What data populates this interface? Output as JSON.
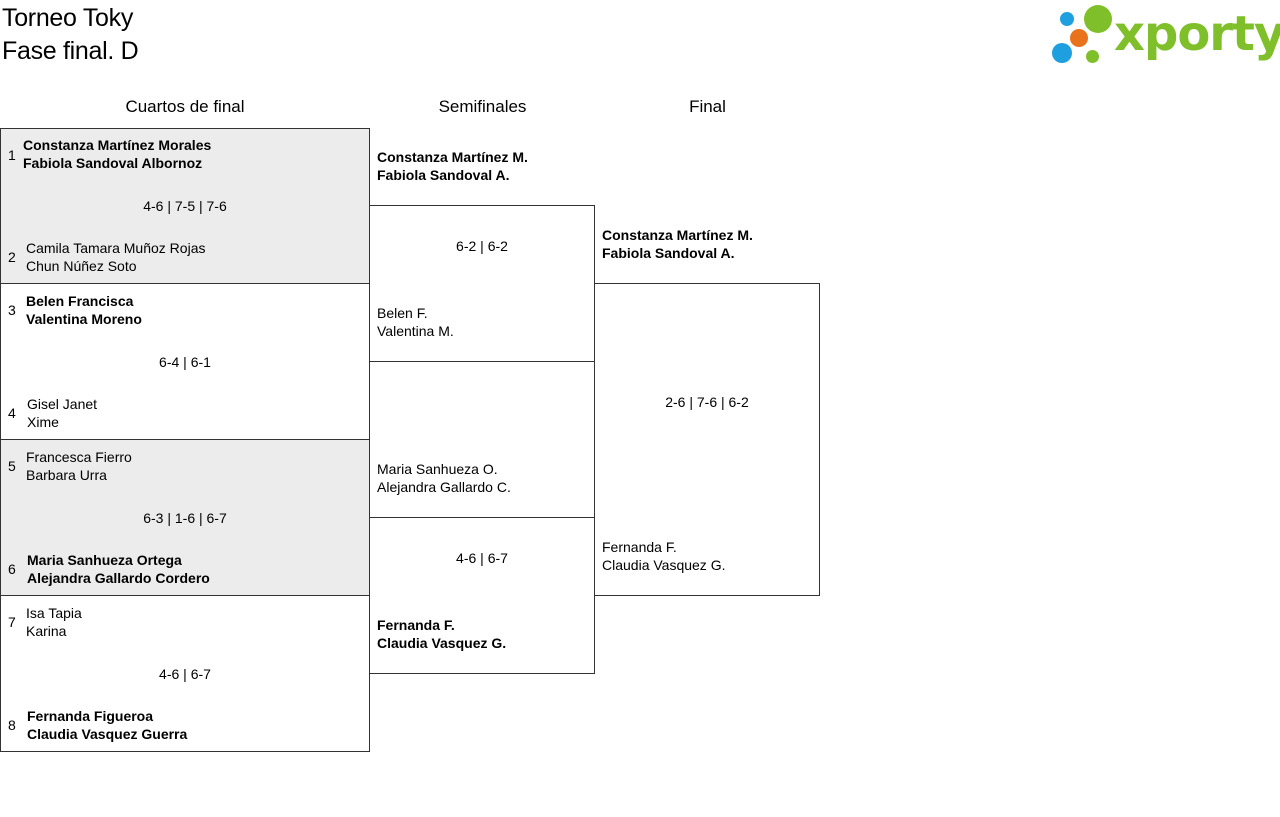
{
  "header": {
    "title_line1": "Torneo Toky",
    "title_line2": "Fase final. D",
    "logo_text": "xporty",
    "logo_colors": {
      "blue": "#1ea0e0",
      "orange": "#e8731c",
      "green": "#7fbf2a"
    }
  },
  "rounds": {
    "quarterfinals": "Cuartos de final",
    "semifinals": "Semifinales",
    "final": "Final"
  },
  "quarterfinals": [
    {
      "top": {
        "seed": "1",
        "p1": "Constanza Martínez Morales",
        "p2": "Fabiola Sandoval Albornoz",
        "winner": true
      },
      "score": "4-6 | 7-5 | 7-6",
      "bottom": {
        "seed": "2",
        "p1": "Camila Tamara Muñoz Rojas",
        "p2": "Chun Núñez Soto",
        "winner": false
      }
    },
    {
      "top": {
        "seed": "3",
        "p1": "Belen Francisca",
        "p2": "Valentina Moreno",
        "winner": true
      },
      "score": "6-4 | 6-1",
      "bottom": {
        "seed": "4",
        "p1": "Gisel Janet",
        "p2": "Xime",
        "winner": false
      }
    },
    {
      "top": {
        "seed": "5",
        "p1": "Francesca Fierro",
        "p2": "Barbara Urra",
        "winner": false
      },
      "score": "6-3 | 1-6 | 6-7",
      "bottom": {
        "seed": "6",
        "p1": "Maria Sanhueza Ortega",
        "p2": "Alejandra Gallardo Cordero",
        "winner": true
      }
    },
    {
      "top": {
        "seed": "7",
        "p1": "Isa Tapia",
        "p2": "Karina",
        "winner": false
      },
      "score": "4-6 | 6-7",
      "bottom": {
        "seed": "8",
        "p1": "Fernanda Figueroa",
        "p2": "Claudia Vasquez Guerra",
        "winner": true
      }
    }
  ],
  "semifinals": [
    {
      "top": {
        "p1": "Constanza Martínez M.",
        "p2": "Fabiola Sandoval A.",
        "winner": true
      },
      "score": "6-2 | 6-2",
      "bottom": {
        "p1": "Belen F.",
        "p2": "Valentina M.",
        "winner": false
      }
    },
    {
      "top": {
        "p1": "Maria Sanhueza O.",
        "p2": "Alejandra Gallardo C.",
        "winner": false
      },
      "score": "4-6 | 6-7",
      "bottom": {
        "p1": "Fernanda F.",
        "p2": "Claudia Vasquez G.",
        "winner": true
      }
    }
  ],
  "final": {
    "top": {
      "p1": "Constanza Martínez M.",
      "p2": "Fabiola Sandoval A.",
      "winner": true
    },
    "score": "2-6 | 7-6 | 6-2",
    "bottom": {
      "p1": "Fernanda F.",
      "p2": "Claudia Vasquez G.",
      "winner": false
    }
  }
}
